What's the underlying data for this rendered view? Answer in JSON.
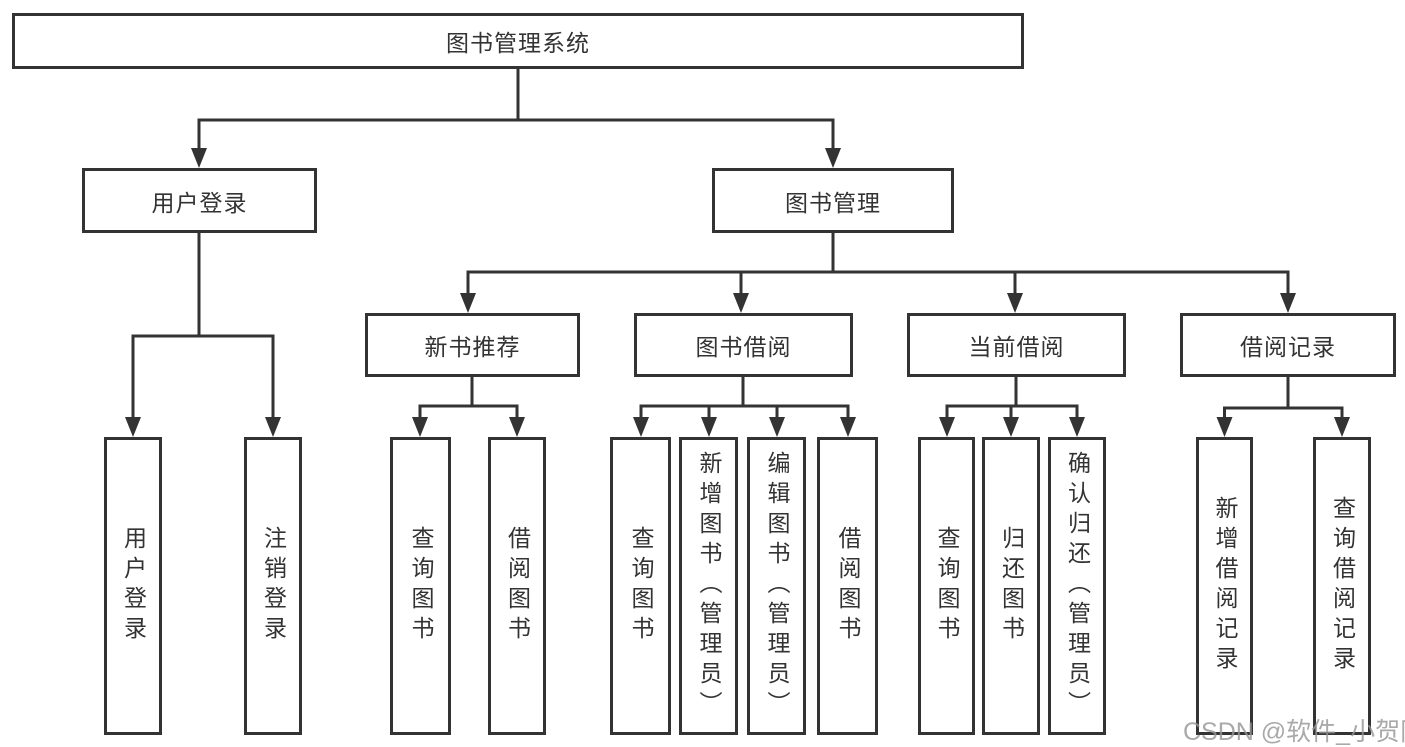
{
  "colors": {
    "line": "#333333",
    "box_background": "#ffffff",
    "text": "#333333",
    "watermark": "#969696"
  },
  "diagram": {
    "root": {
      "label": "图书管理系统"
    },
    "level2": [
      {
        "label": "用户登录"
      },
      {
        "label": "图书管理"
      }
    ],
    "level3": [
      {
        "label": "新书推荐",
        "parent": "图书管理"
      },
      {
        "label": "图书借阅",
        "parent": "图书管理"
      },
      {
        "label": "当前借阅",
        "parent": "图书管理"
      },
      {
        "label": "借阅记录",
        "parent": "图书管理"
      }
    ],
    "leaves": [
      {
        "label": "用户登录",
        "parent": "用户登录"
      },
      {
        "label": "注销登录",
        "parent": "用户登录"
      },
      {
        "label": "查询图书",
        "parent": "新书推荐"
      },
      {
        "label": "借阅图书",
        "parent": "新书推荐"
      },
      {
        "label": "查询图书",
        "parent": "图书借阅"
      },
      {
        "label": "新增图书（管理员）",
        "parent": "图书借阅"
      },
      {
        "label": "编辑图书（管理员）",
        "parent": "图书借阅"
      },
      {
        "label": "借阅图书",
        "parent": "图书借阅"
      },
      {
        "label": "查询图书",
        "parent": "当前借阅"
      },
      {
        "label": "归还图书",
        "parent": "当前借阅"
      },
      {
        "label": "确认归还（管理员）",
        "parent": "当前借阅"
      },
      {
        "label": "新增借阅记录",
        "parent": "借阅记录"
      },
      {
        "label": "查询借阅记录",
        "parent": "借阅记录"
      }
    ]
  },
  "watermark": {
    "text": "CSDN @软件_小贺同学"
  }
}
